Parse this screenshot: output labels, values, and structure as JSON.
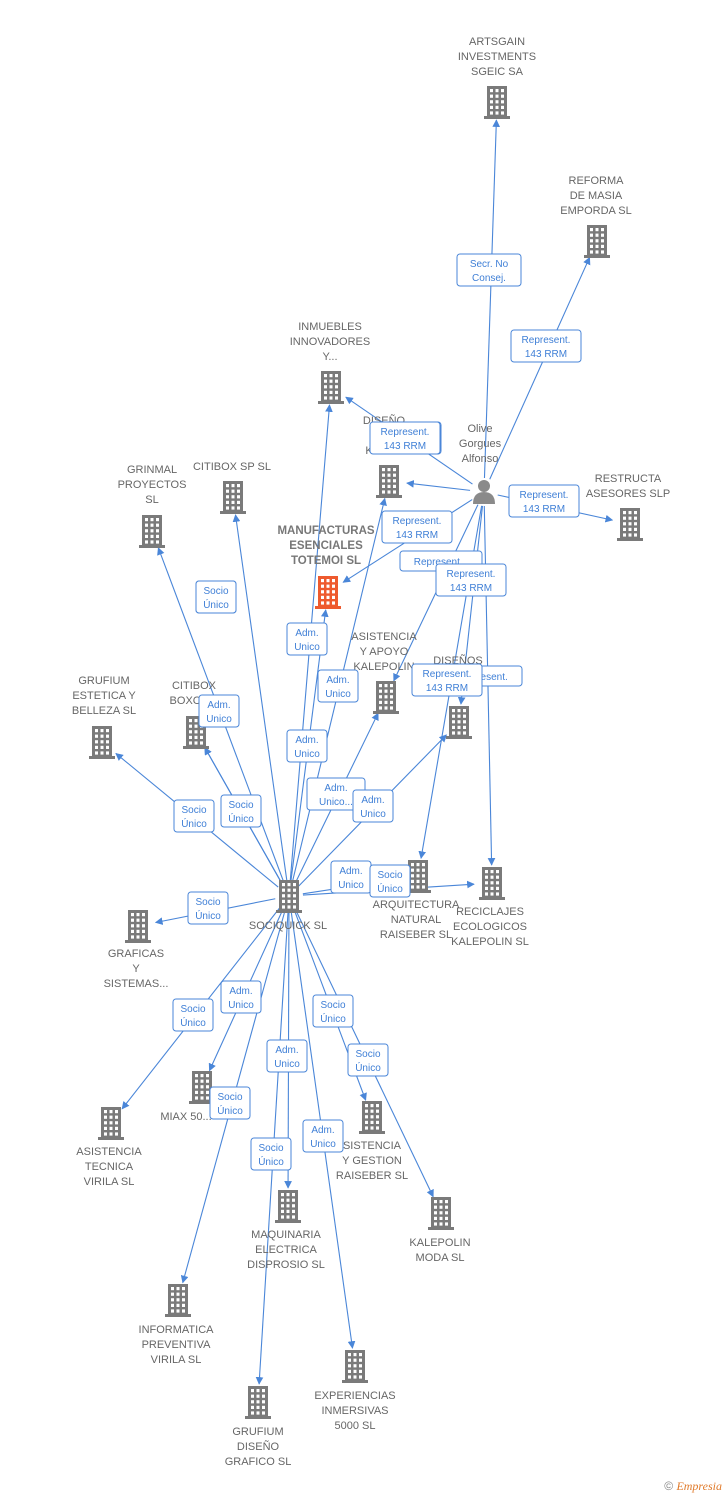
{
  "colors": {
    "edge": "#4a86d8",
    "building": "#7a7a7a",
    "focus_building": "#ee5a2e",
    "person": "#8a8a8a"
  },
  "nodes": [
    {
      "id": "artsgain",
      "type": "company",
      "label": [
        "ARTSGAIN",
        "INVESTMENTS",
        "SGEIC SA"
      ]
    },
    {
      "id": "reforma",
      "type": "company",
      "label": [
        "REFORMA",
        "DE MASIA",
        "EMPORDA  SL"
      ]
    },
    {
      "id": "inmuebles",
      "type": "company",
      "label": [
        "INMUEBLES",
        "INNOVADORES",
        "Y..."
      ]
    },
    {
      "id": "diseno_kale",
      "type": "company",
      "label": [
        "DISEÑO",
        "G...",
        "KALE..."
      ]
    },
    {
      "id": "olive",
      "type": "person",
      "label": [
        "Olive",
        "Gorgues",
        "Alfonso"
      ]
    },
    {
      "id": "restructa",
      "type": "company",
      "label": [
        "RESTRUCTA",
        "ASESORES SLP"
      ]
    },
    {
      "id": "grinmal",
      "type": "company",
      "label": [
        "GRINMAL",
        "PROYECTOS",
        "SL"
      ]
    },
    {
      "id": "citibox_sp",
      "type": "company",
      "label": [
        "CITIBOX SP  SL"
      ]
    },
    {
      "id": "manufacturas",
      "type": "focus",
      "label": [
        "MANUFACTURAS",
        "ESENCIALES",
        "TOTEMOI  SL"
      ]
    },
    {
      "id": "asistencia_apoyo",
      "type": "company",
      "label": [
        "ASISTENCIA",
        "Y APOYO",
        "KALEPOLIN"
      ]
    },
    {
      "id": "disenos",
      "type": "company",
      "label": [
        "DISEÑOS",
        "O...",
        "...S..."
      ]
    },
    {
      "id": "grufium_estetica",
      "type": "company",
      "label": [
        "GRUFIUM",
        "ESTETICA Y",
        "BELLEZA  SL"
      ]
    },
    {
      "id": "citibox_boxco",
      "type": "company",
      "label": [
        "CITIBOX",
        "BOXCO..."
      ]
    },
    {
      "id": "arquitectura",
      "type": "company",
      "label": [
        "ARQUITECTURA",
        "NATURAL",
        "RAISEBER  SL"
      ]
    },
    {
      "id": "reciclajes",
      "type": "company",
      "label": [
        "RECICLAJES",
        "ECOLOGICOS",
        "KALEPOLIN  SL"
      ]
    },
    {
      "id": "sociquick",
      "type": "company",
      "label": [
        "SOCIQUICK  SL"
      ]
    },
    {
      "id": "graficas",
      "type": "company",
      "label": [
        "GRAFICAS",
        "Y",
        "SISTEMAS..."
      ]
    },
    {
      "id": "asistencia_tecnica",
      "type": "company",
      "label": [
        "ASISTENCIA",
        "TECNICA",
        "VIRILA  SL"
      ]
    },
    {
      "id": "miax",
      "type": "company",
      "label": [
        "MIAX 50..."
      ]
    },
    {
      "id": "asistencia_gestion",
      "type": "company",
      "label": [
        "SISTENCIA",
        "Y GESTION",
        "RAISEBER  SL"
      ]
    },
    {
      "id": "kalepolin_moda",
      "type": "company",
      "label": [
        "KALEPOLIN",
        "MODA  SL"
      ]
    },
    {
      "id": "maquinaria",
      "type": "company",
      "label": [
        "MAQUINARIA",
        "ELECTRICA",
        "DISPROSIO  SL"
      ]
    },
    {
      "id": "informatica",
      "type": "company",
      "label": [
        "INFORMATICA",
        "PREVENTIVA",
        "VIRILA  SL"
      ]
    },
    {
      "id": "experiencias",
      "type": "company",
      "label": [
        "EXPERIENCIAS",
        "INMERSIVAS",
        "5000  SL"
      ]
    },
    {
      "id": "grufium_grafico",
      "type": "company",
      "label": [
        "GRUFIUM",
        "DISEÑO",
        "GRAFICO  SL"
      ]
    }
  ],
  "edges": [
    {
      "from": "olive",
      "to": "artsgain",
      "label": [
        "Secr.  No",
        "Consej."
      ]
    },
    {
      "from": "olive",
      "to": "reforma",
      "label": [
        "Represent.",
        "143 RRM"
      ]
    },
    {
      "from": "olive",
      "to": "inmuebles",
      "label": [
        "Represent.",
        "143 RRM"
      ]
    },
    {
      "from": "olive",
      "to": "diseno_kale",
      "label": [
        "Represent.",
        "143 RRM"
      ]
    },
    {
      "from": "olive",
      "to": "restructa",
      "label": [
        "Represent.",
        "143 RRM"
      ]
    },
    {
      "from": "olive",
      "to": "manufacturas",
      "label": [
        "Represent.",
        "143 RRM"
      ]
    },
    {
      "from": "olive",
      "to": "asistencia_apoyo",
      "label": [
        "Represent...",
        ""
      ]
    },
    {
      "from": "olive",
      "to": "disenos",
      "label": [
        "Represent.",
        "143 RRM"
      ]
    },
    {
      "from": "olive",
      "to": "reciclajes",
      "label": [
        "...esent.",
        ""
      ]
    },
    {
      "from": "olive",
      "to": "arquitectura",
      "label": [
        "Represent.",
        "143 RRM"
      ]
    },
    {
      "from": "sociquick",
      "to": "citibox_sp",
      "label": [
        "Socio",
        "Único"
      ]
    },
    {
      "from": "sociquick",
      "to": "grinmal",
      "label": [
        "Socio",
        "Único"
      ]
    },
    {
      "from": "sociquick",
      "to": "citibox_boxco",
      "label": [
        "Adm.",
        "Unico"
      ]
    },
    {
      "from": "sociquick",
      "to": "inmuebles",
      "label": [
        "Adm.",
        "Unico"
      ]
    },
    {
      "from": "sociquick",
      "to": "manufacturas",
      "label": [
        "Adm.",
        "Unico"
      ]
    },
    {
      "from": "sociquick",
      "to": "diseno_kale",
      "label": [
        "Adm.",
        "Unico"
      ]
    },
    {
      "from": "sociquick",
      "to": "asistencia_apoyo",
      "label": [
        "Adm.",
        "Unico..."
      ]
    },
    {
      "from": "sociquick",
      "to": "disenos",
      "label": [
        "Adm.",
        "Unico"
      ]
    },
    {
      "from": "sociquick",
      "to": "grufium_estetica",
      "label": [
        "Socio",
        "Único"
      ]
    },
    {
      "from": "sociquick",
      "to": "citibox_boxco",
      "label": [
        "Socio",
        "Único"
      ]
    },
    {
      "from": "sociquick",
      "to": "arquitectura",
      "label": [
        "Adm.",
        "Unico"
      ]
    },
    {
      "from": "sociquick",
      "to": "reciclajes",
      "label": [
        "Socio",
        "Único"
      ]
    },
    {
      "from": "sociquick",
      "to": "graficas",
      "label": [
        "Socio",
        "Único"
      ]
    },
    {
      "from": "sociquick",
      "to": "asistencia_tecnica",
      "label": [
        "Socio",
        "Único"
      ]
    },
    {
      "from": "sociquick",
      "to": "miax",
      "label": [
        "Adm.",
        "Unico"
      ]
    },
    {
      "from": "sociquick",
      "to": "asistencia_gestion",
      "label": [
        "Socio",
        "Único"
      ]
    },
    {
      "from": "sociquick",
      "to": "kalepolin_moda",
      "label": [
        "Socio",
        "Único"
      ]
    },
    {
      "from": "sociquick",
      "to": "maquinaria",
      "label": [
        "Adm.",
        "Unico"
      ]
    },
    {
      "from": "sociquick",
      "to": "informatica",
      "label": [
        "Socio",
        "Único"
      ]
    },
    {
      "from": "sociquick",
      "to": "grufium_grafico",
      "label": [
        "Socio",
        "Único"
      ]
    },
    {
      "from": "sociquick",
      "to": "experiencias",
      "label": [
        "Adm.",
        "Unico"
      ]
    }
  ],
  "footer": {
    "copyright": "©",
    "brand": "Empresia"
  }
}
